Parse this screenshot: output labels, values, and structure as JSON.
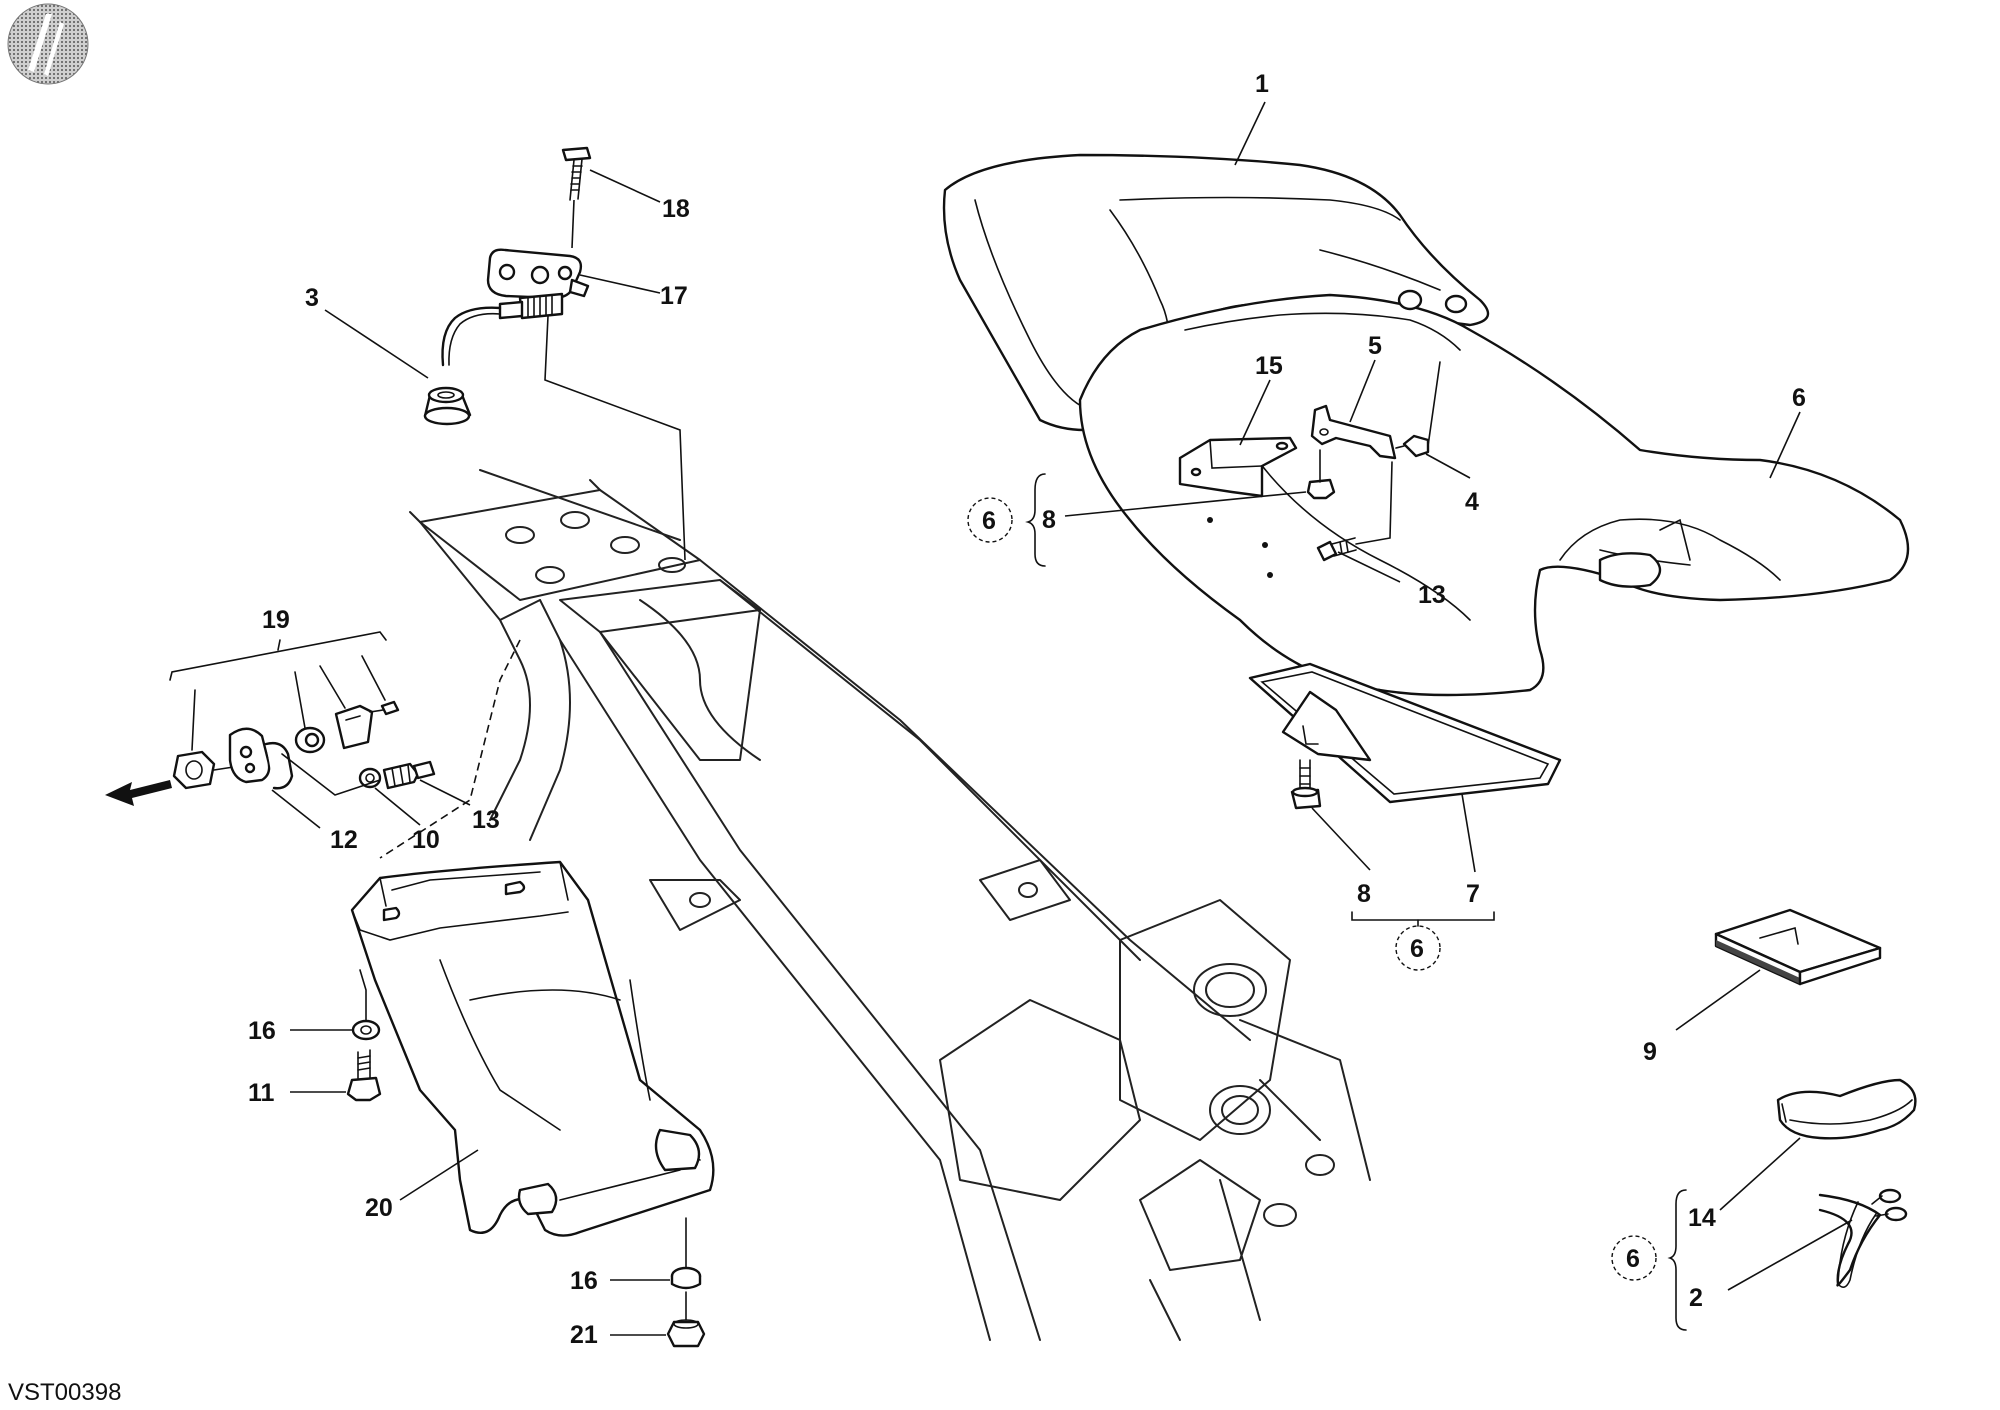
{
  "drawing_code": "VST00398",
  "labels": {
    "1": "1",
    "2": "2",
    "3": "3",
    "4": "4",
    "5": "5",
    "6a": "6",
    "6b": "6",
    "6c": "6",
    "6d": "6",
    "7": "7",
    "8a": "8",
    "8b": "8",
    "9": "9",
    "10": "10",
    "11": "11",
    "12": "12",
    "13a": "13",
    "13b": "13",
    "14": "14",
    "15": "15",
    "16a": "16",
    "16b": "16",
    "17": "17",
    "18": "18",
    "19": "19",
    "20": "20",
    "21": "21"
  }
}
